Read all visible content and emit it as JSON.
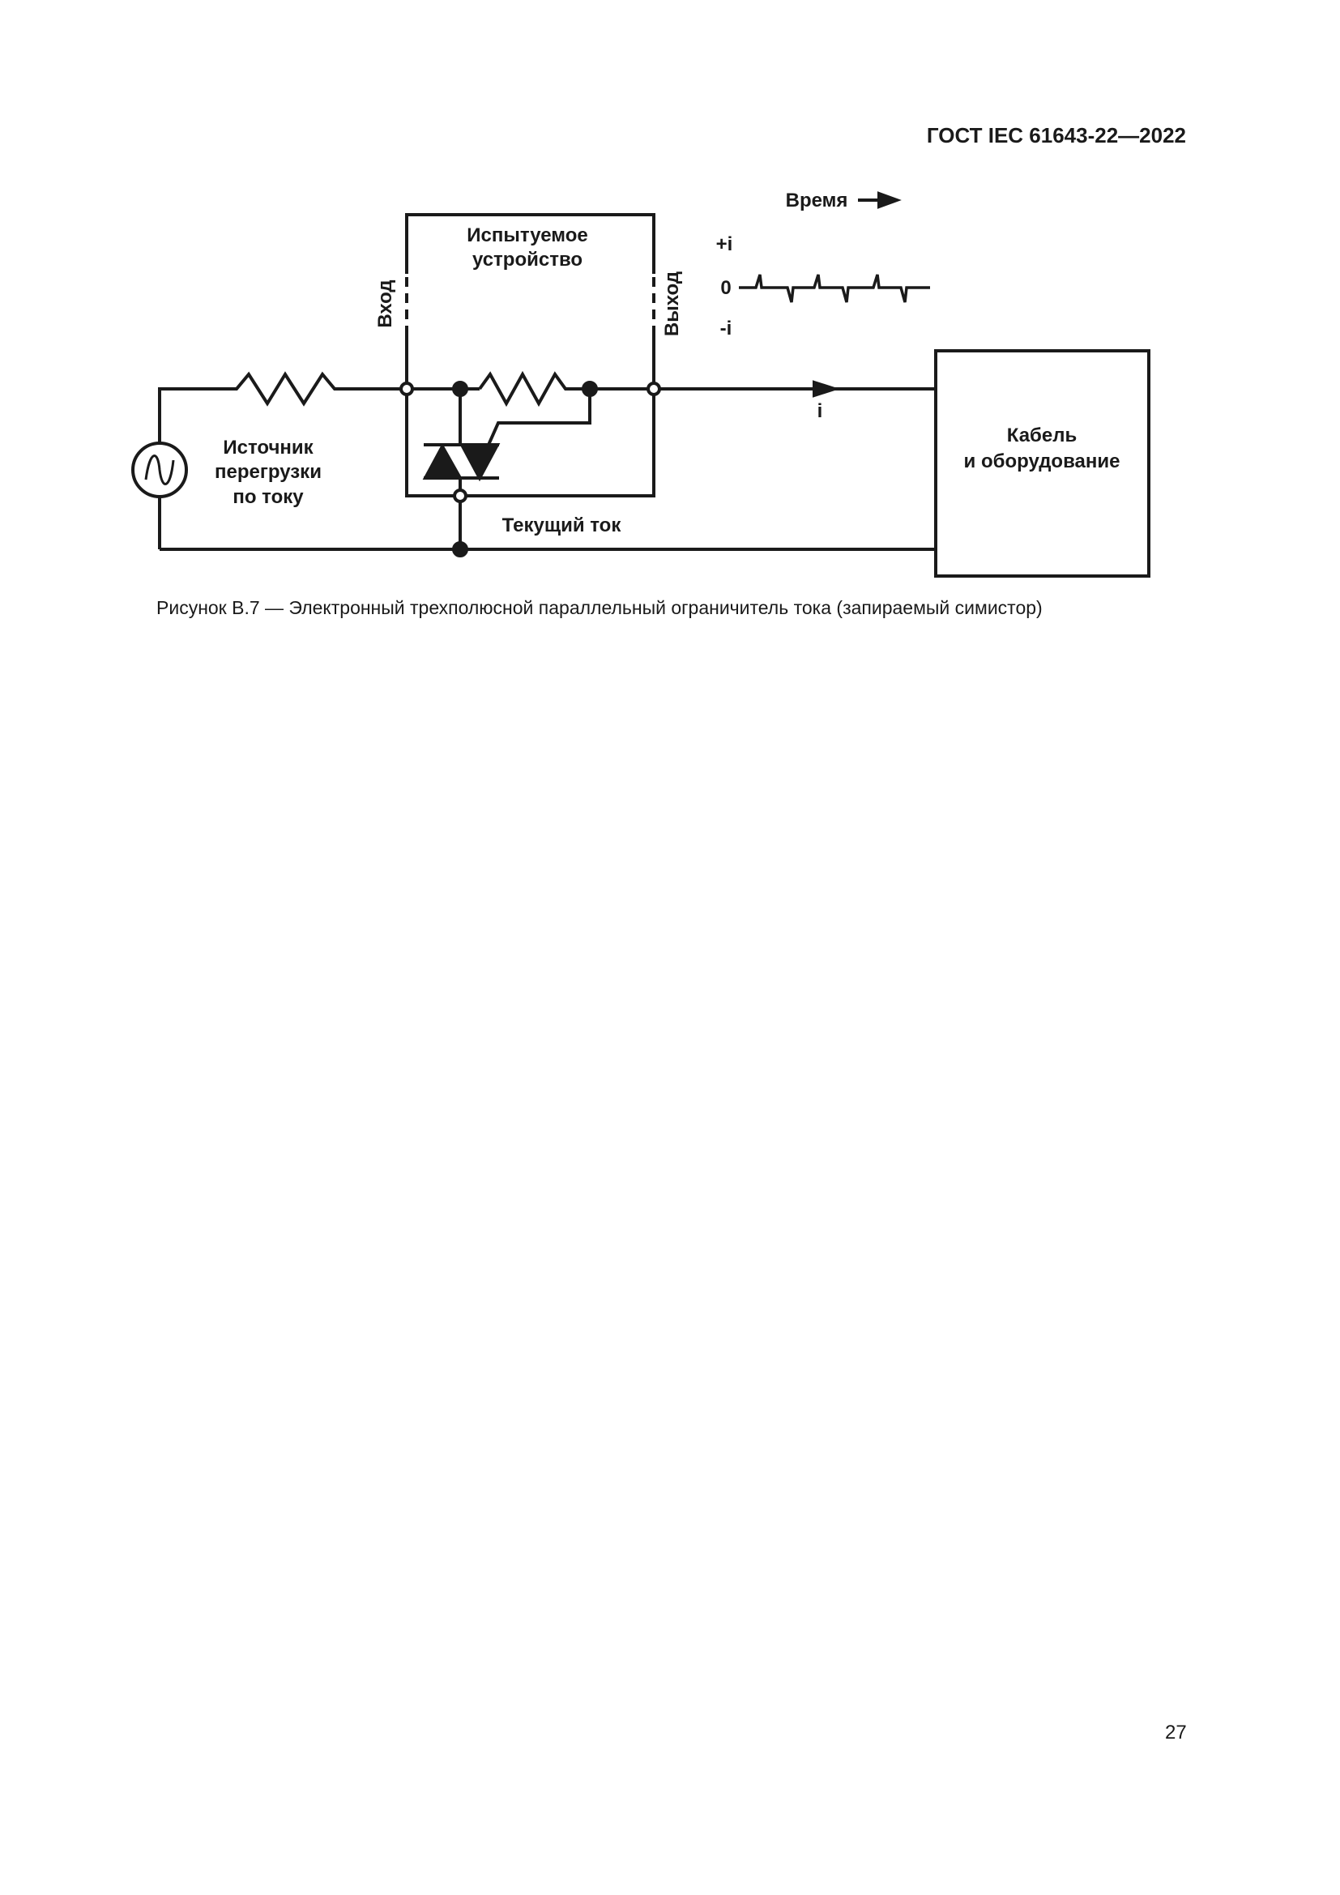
{
  "header": {
    "standard": "ГОСТ IEC 61643-22—2022"
  },
  "diagram": {
    "dut_title_line1": "Испытуемое",
    "dut_title_line2": "устройство",
    "input_label": "Вход",
    "output_label": "Выход",
    "source_line1": "Источник",
    "source_line2": "перегрузки",
    "source_line3": "по току",
    "follow_current": "Текущий ток",
    "current_label": "i",
    "load_line1": "Кабель",
    "load_line2": "и оборудование",
    "time_label": "Время",
    "wave_plus": "+i",
    "wave_zero": "0",
    "wave_minus": "-i"
  },
  "caption": "Рисунок В.7 — Электронный трехполюсной параллельный ограничитель тока (запираемый симистор)",
  "page_number": "27"
}
